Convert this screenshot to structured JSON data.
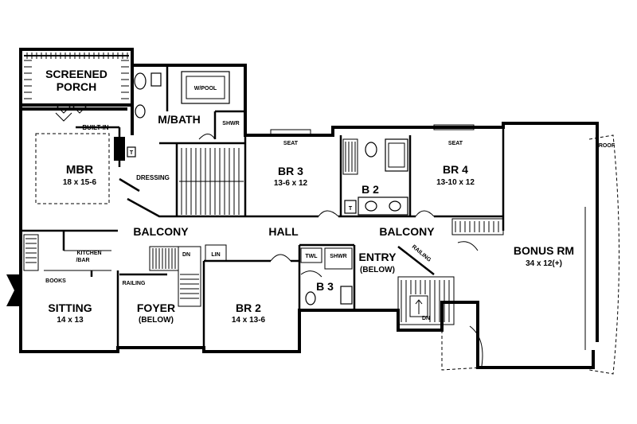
{
  "rooms": {
    "screened_porch_1": "SCREENED",
    "screened_porch_2": "PORCH",
    "mbath": "M/BATH",
    "wpool": "W/POOL",
    "shwr_master": "SHWR",
    "built_in": "BUILT-IN",
    "mbr_name": "MBR",
    "mbr_dim": "18 x 15-6",
    "dressing": "DRESSING",
    "t_master": "T",
    "br3_seat": "SEAT",
    "br3_name": "BR 3",
    "br3_dim": "13-6 x 12",
    "b2_name": "B 2",
    "t_b2": "T",
    "br4_seat": "SEAT",
    "br4_name": "BR 4",
    "br4_dim": "13-10 x 12",
    "roof": "ROOF",
    "balcony_left": "BALCONY",
    "hall": "HALL",
    "balcony_right": "BALCONY",
    "kitchen_bar_1": "KITCHEN",
    "kitchen_bar_2": "/BAR",
    "books": "BOOKS",
    "dn_left": "DN",
    "lin": "LIN",
    "twl": "TWL",
    "shwr_b3": "SHWR",
    "entry_name": "ENTRY",
    "entry_sub": "(BELOW)",
    "railing_right": "RAILING",
    "bonus_name": "BONUS RM",
    "bonus_dim": "34 x 12(+)",
    "railing_left": "RAILING",
    "b3_name": "B 3",
    "sitting_name": "SITTING",
    "sitting_dim": "14 x 13",
    "foyer_name": "FOYER",
    "foyer_sub": "(BELOW)",
    "br2_name": "BR 2",
    "br2_dim": "14 x 13-6",
    "dn_right": "DN"
  }
}
